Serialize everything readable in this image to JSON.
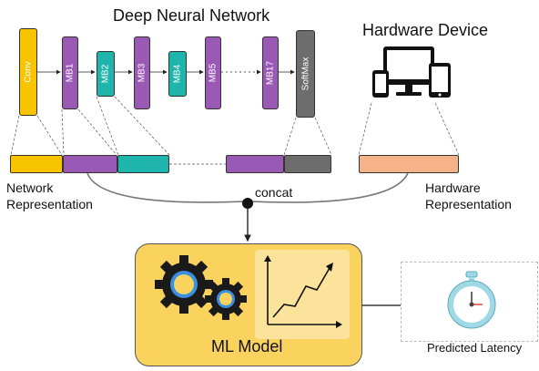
{
  "title": "Deep Neural Network",
  "hardware_title": "Hardware Device",
  "layers": [
    {
      "label": "Conv",
      "color": "#f8c400"
    },
    {
      "label": "MB1",
      "color": "#9b59b6"
    },
    {
      "label": "MB2",
      "color": "#1fb5ac"
    },
    {
      "label": "MB3",
      "color": "#9b59b6"
    },
    {
      "label": "MB4",
      "color": "#1fb5ac"
    },
    {
      "label": "MB5",
      "color": "#9b59b6"
    },
    {
      "label": "MB17",
      "color": "#9b59b6"
    },
    {
      "label": "SoftMax",
      "color": "#6d6d6d"
    }
  ],
  "network_representation_label": "Network\nRepresentation",
  "hardware_representation_label": "Hardware\nRepresentation",
  "concat_label": "concat",
  "ml_model_label": "ML Model",
  "predicted_latency_label": "Predicted Latency",
  "colors": {
    "conv": "#f8c400",
    "mb_purple": "#9b59b6",
    "mb_teal": "#1fb5ac",
    "softmax": "#6d6d6d",
    "hardware_rep": "#f6b38a",
    "ml_box": "#f9d35e",
    "gear": "#1a1a1a",
    "gear_ring": "#3b8fe0",
    "stopwatch": "#9fd9e6"
  },
  "icons": [
    "devices-icon",
    "gears-icon",
    "line-chart-icon",
    "stopwatch-icon"
  ]
}
